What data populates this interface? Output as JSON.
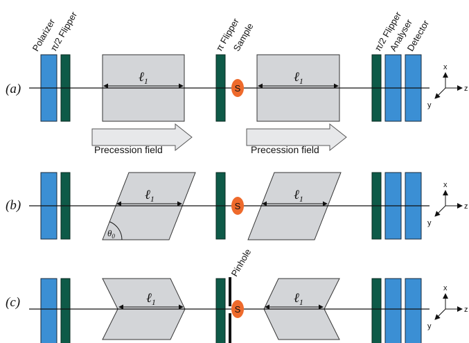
{
  "labels": {
    "polarizer": "Polarizer",
    "pi2_flipper_left": "π/2 Flipper",
    "pi_flipper": "π Flipper",
    "sample": "Sample",
    "pi2_flipper_right": "π/2 Flipper",
    "analyser": "Analyser",
    "detector": "Detector",
    "pinhole": "Pinhole"
  },
  "rows": [
    {
      "label": "(a)",
      "ell": "ℓ",
      "ell_sub": "1",
      "sample": "S"
    },
    {
      "label": "(b)",
      "ell": "ℓ",
      "ell_sub": "1",
      "sample": "S",
      "angle_label": "θ",
      "angle_sub": "0"
    },
    {
      "label": "(c)",
      "ell": "ℓ",
      "ell_sub": "1",
      "sample": "S"
    }
  ],
  "precession": {
    "label": "Precession field"
  },
  "axes": {
    "x": "x",
    "y": "y",
    "z": "z"
  },
  "colors": {
    "polarizer_blue": "#3b8fd4",
    "flipper_green": "#0e5a48",
    "region_gray": "#d3d5d8",
    "sample_orange": "#ee6a2c"
  }
}
